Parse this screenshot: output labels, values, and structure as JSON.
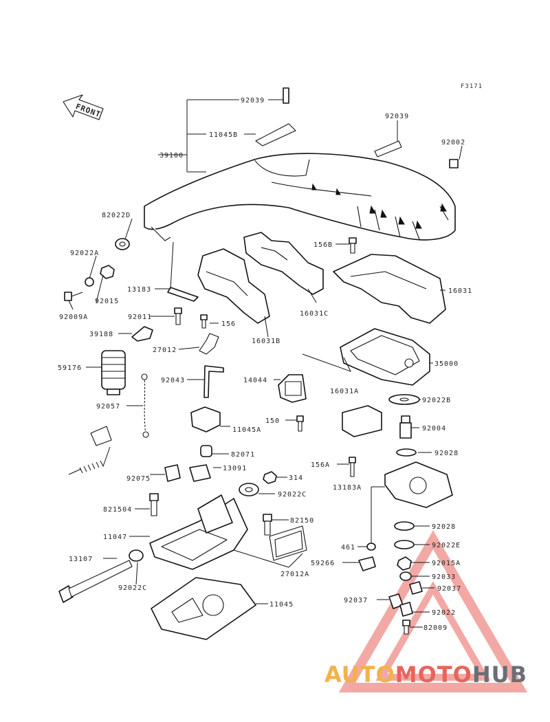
{
  "figure_code": "F3171",
  "front_label": "FRONT",
  "watermark": {
    "part1": "AUTO",
    "part2": "MOTO",
    "part3": "HUB"
  },
  "callouts": [
    "92039",
    "11045B",
    "39100",
    "92039",
    "92002",
    "82022D",
    "92022A",
    "92009A",
    "92015",
    "13183",
    "92011",
    "156",
    "156B",
    "16031C",
    "16031",
    "16031B",
    "39188",
    "27012",
    "35000",
    "59176",
    "92043",
    "14044",
    "92022B",
    "16031A",
    "92057",
    "11045A",
    "150",
    "92004",
    "82071",
    "92028",
    "156A",
    "92075",
    "13091",
    "314",
    "13183A",
    "821504",
    "92022C",
    "11047",
    "82150",
    "92028",
    "461",
    "92022E",
    "13107",
    "27012A",
    "59266",
    "92015A",
    "92033",
    "92022C",
    "92037",
    "92037",
    "11045",
    "92022",
    "82009"
  ],
  "colors": {
    "line": "#111111",
    "watermark_yellow": "#f2b24a",
    "watermark_red": "#e8645d",
    "watermark_gray": "#6b6f75"
  }
}
